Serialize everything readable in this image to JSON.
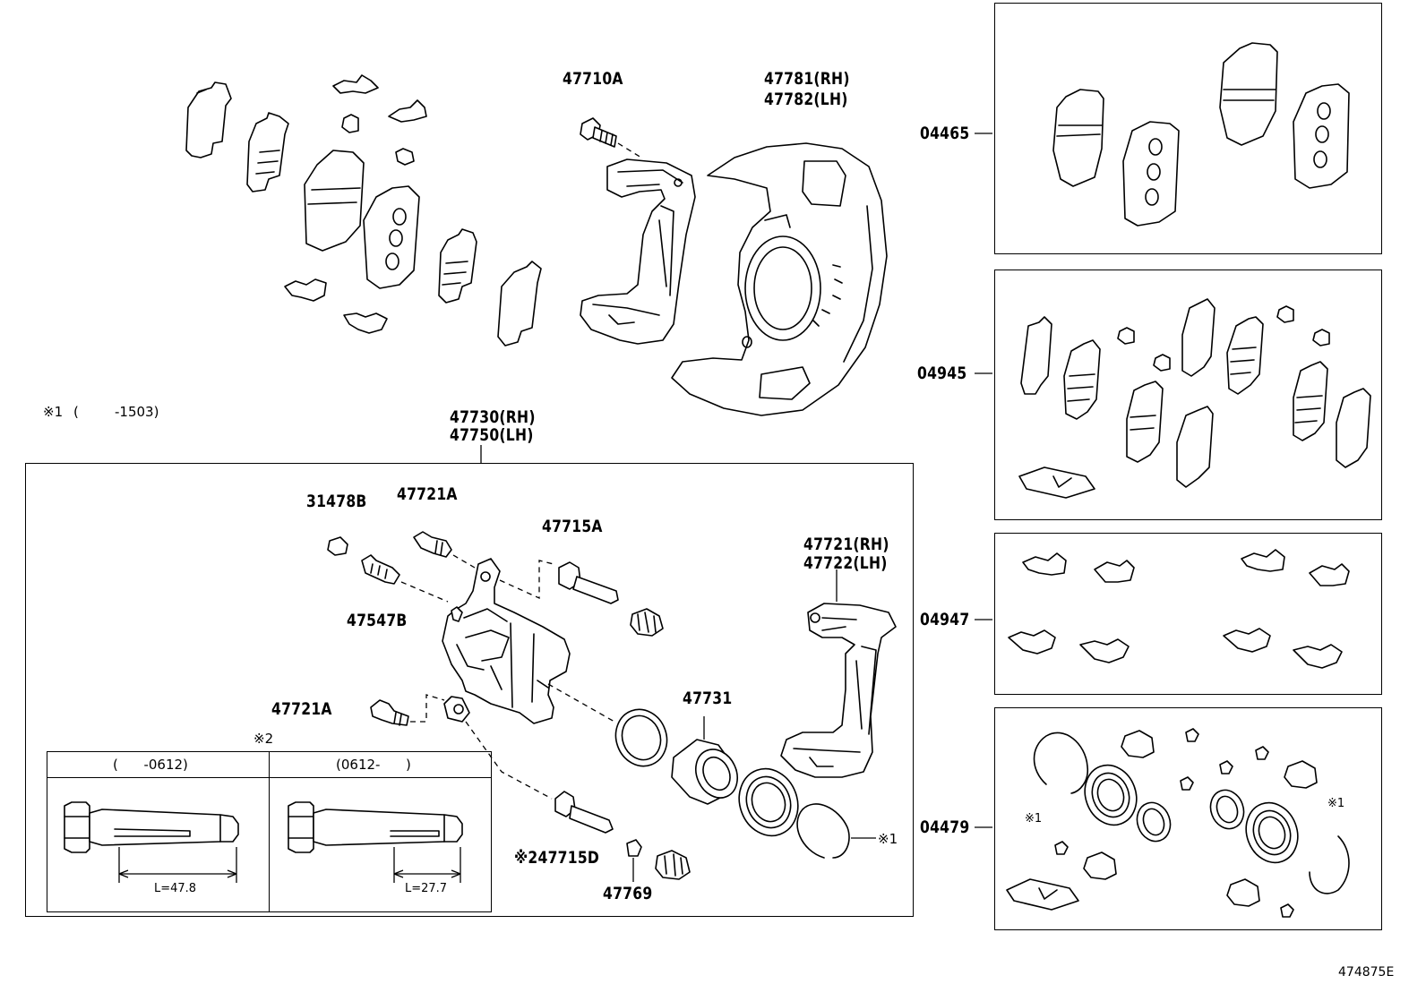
{
  "diagram_id": "474875E",
  "note": {
    "marker": "※1",
    "range_open": "(",
    "range_end": "-1503)"
  },
  "parts": {
    "p47710A": "47710A",
    "p47781": "47781(RH)",
    "p47782": "47782(LH)",
    "p47730": "47730(RH)",
    "p47750": "47750(LH)",
    "p31478B": "31478B",
    "p47721A_top": "47721A",
    "p47715A": "47715A",
    "p47547B": "47547B",
    "p47721": "47721(RH)",
    "p47722": "47722(LH)",
    "p47721A_bot": "47721A",
    "p47731": "47731",
    "p47715D": "※247715D",
    "p47769": "47769",
    "snap1": "※1"
  },
  "kits": {
    "k04465": "04465",
    "k04945": "04945",
    "k04947": "04947",
    "k04479": "04479",
    "k04479_mark_left": "※1",
    "k04479_mark_right": "※1"
  },
  "pin_variants": {
    "marker": "※2",
    "left_header": "(      -0612)",
    "right_header": "(0612-      )",
    "left_length": "L=47.8",
    "right_length": "L=27.7"
  }
}
